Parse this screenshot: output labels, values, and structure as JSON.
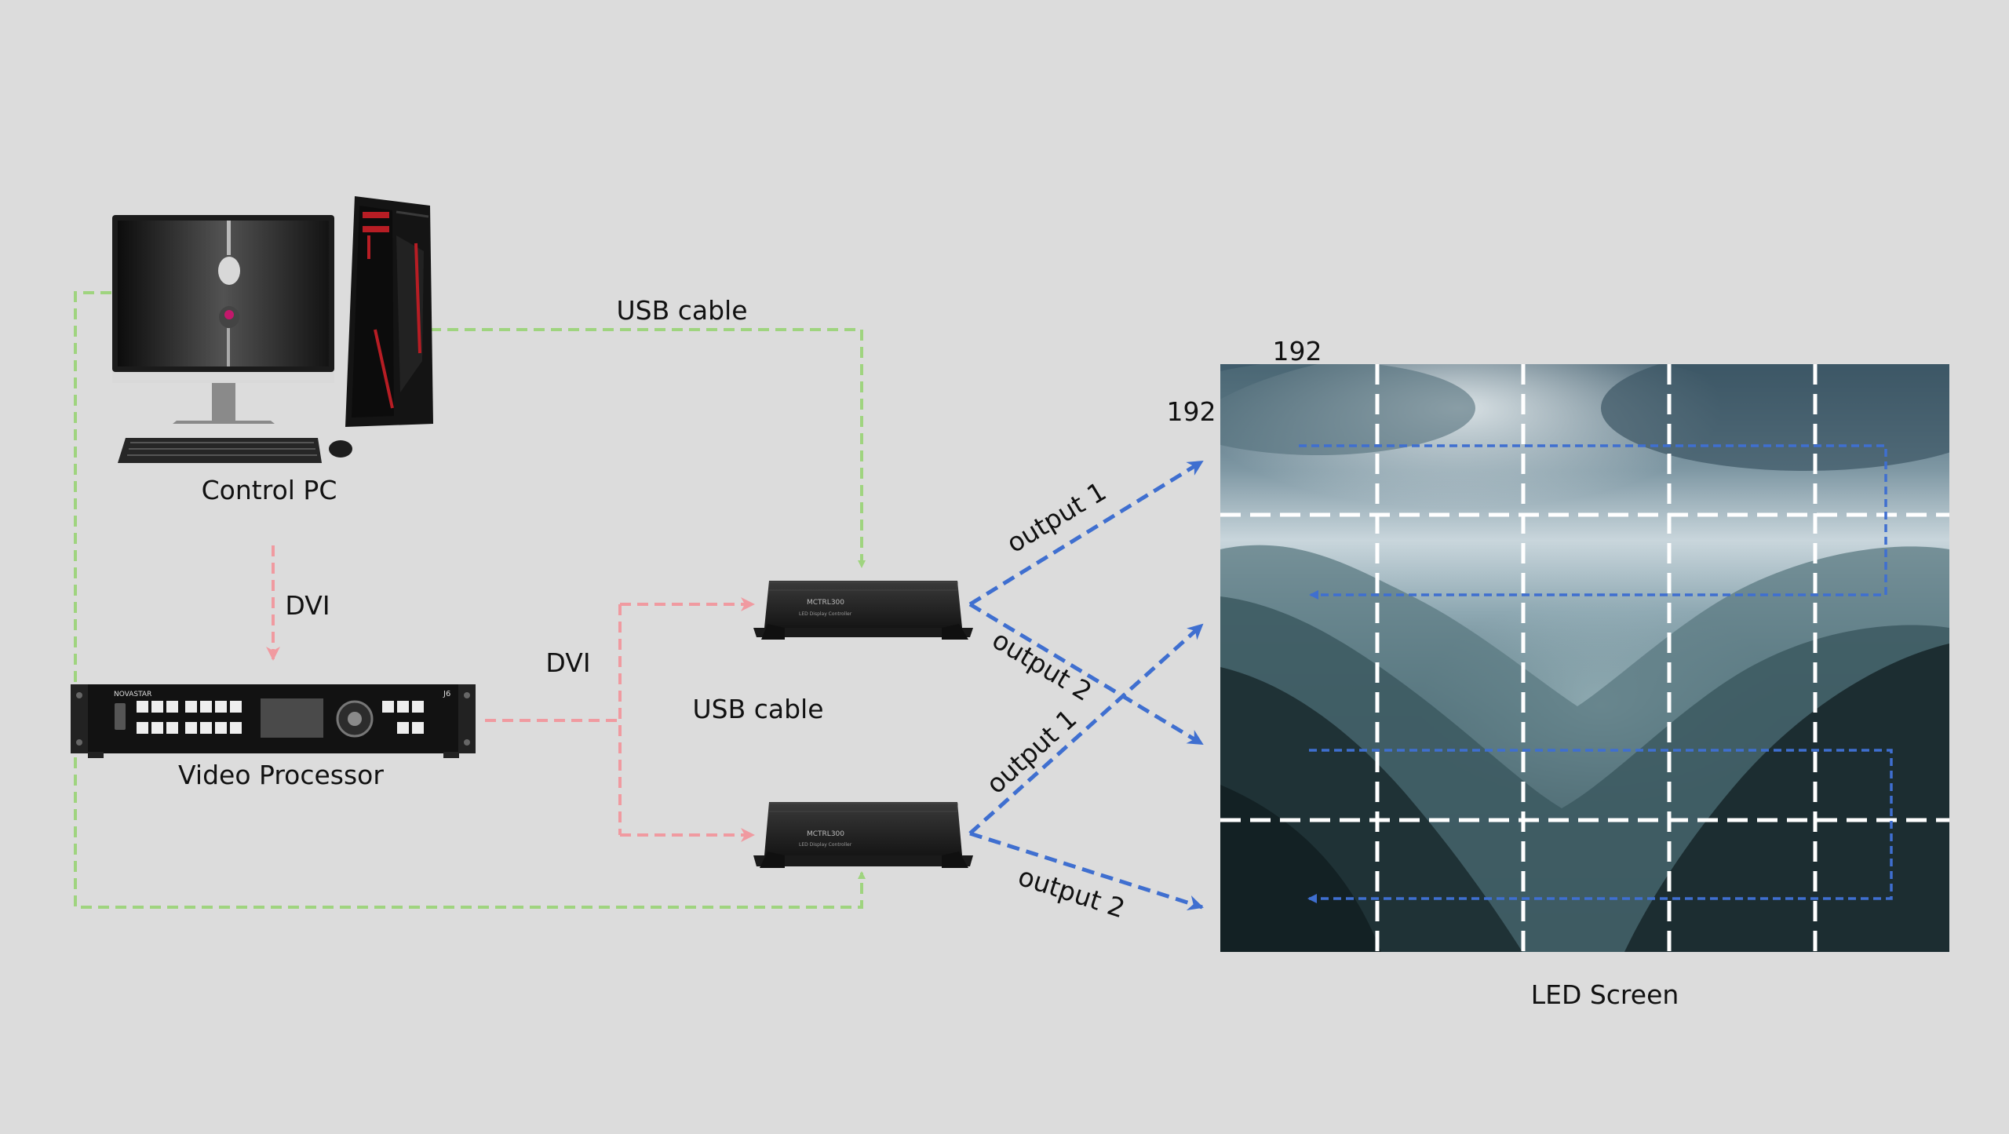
{
  "labels": {
    "control_pc": "Control PC",
    "video_processor": "Video Processor",
    "led_screen": "LED Screen",
    "usb_cable_top": "USB cable",
    "usb_cable_mid": "USB cable",
    "dvi_vertical": "DVI",
    "dvi_horizontal": "DVI",
    "cabinet_width": "192",
    "cabinet_height": "192",
    "ctrl1_output1": "output 1",
    "ctrl1_output2": "output 2",
    "ctrl2_output1": "output 1",
    "ctrl2_output2": "output 2"
  },
  "devices": {
    "controller_model": "MCTRL300",
    "controller_caption": "LED Display Controller",
    "processor_brand": "NOVASTAR",
    "processor_model": "J6"
  },
  "colors": {
    "usb_line": "#9fd47f",
    "dvi_line": "#f09aa0",
    "output_line": "#3f6fd0",
    "grid_line": "#ffffff"
  }
}
